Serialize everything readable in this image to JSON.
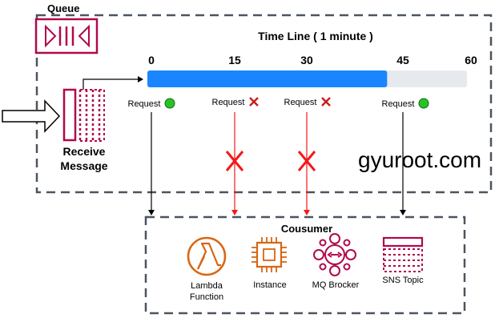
{
  "queue": {
    "title": "Queue",
    "receive_line1": "Receive",
    "receive_line2": "Message"
  },
  "timeline": {
    "title": "Time Line ( 1 minute )",
    "ticks": [
      "0",
      "15",
      "30",
      "45",
      "60"
    ],
    "progress": 0.75,
    "bar_color": "#1a85ff",
    "track_color": "#e6e9ed"
  },
  "requests": [
    {
      "label": "Request",
      "status": "ok"
    },
    {
      "label": "Request",
      "status": "fail"
    },
    {
      "label": "Request",
      "status": "fail"
    },
    {
      "label": "Request",
      "status": "ok"
    }
  ],
  "watermark": "gyuroot.com",
  "consumer": {
    "title": "Cousumer",
    "items": [
      {
        "line1": "Lambda",
        "line2": "Function",
        "icon": "lambda-icon"
      },
      {
        "line1": "Instance",
        "line2": "",
        "icon": "instance-icon"
      },
      {
        "line1": "MQ Brocker",
        "line2": "",
        "icon": "mq-broker-icon"
      },
      {
        "line1": "SNS Topic",
        "line2": "",
        "icon": "sns-topic-icon"
      }
    ]
  },
  "colors": {
    "queue_accent": "#b0084d",
    "aws_orange": "#d86613",
    "fail_red": "#f51818",
    "ok_green": "#25c425",
    "border_gray": "#4a5560"
  }
}
